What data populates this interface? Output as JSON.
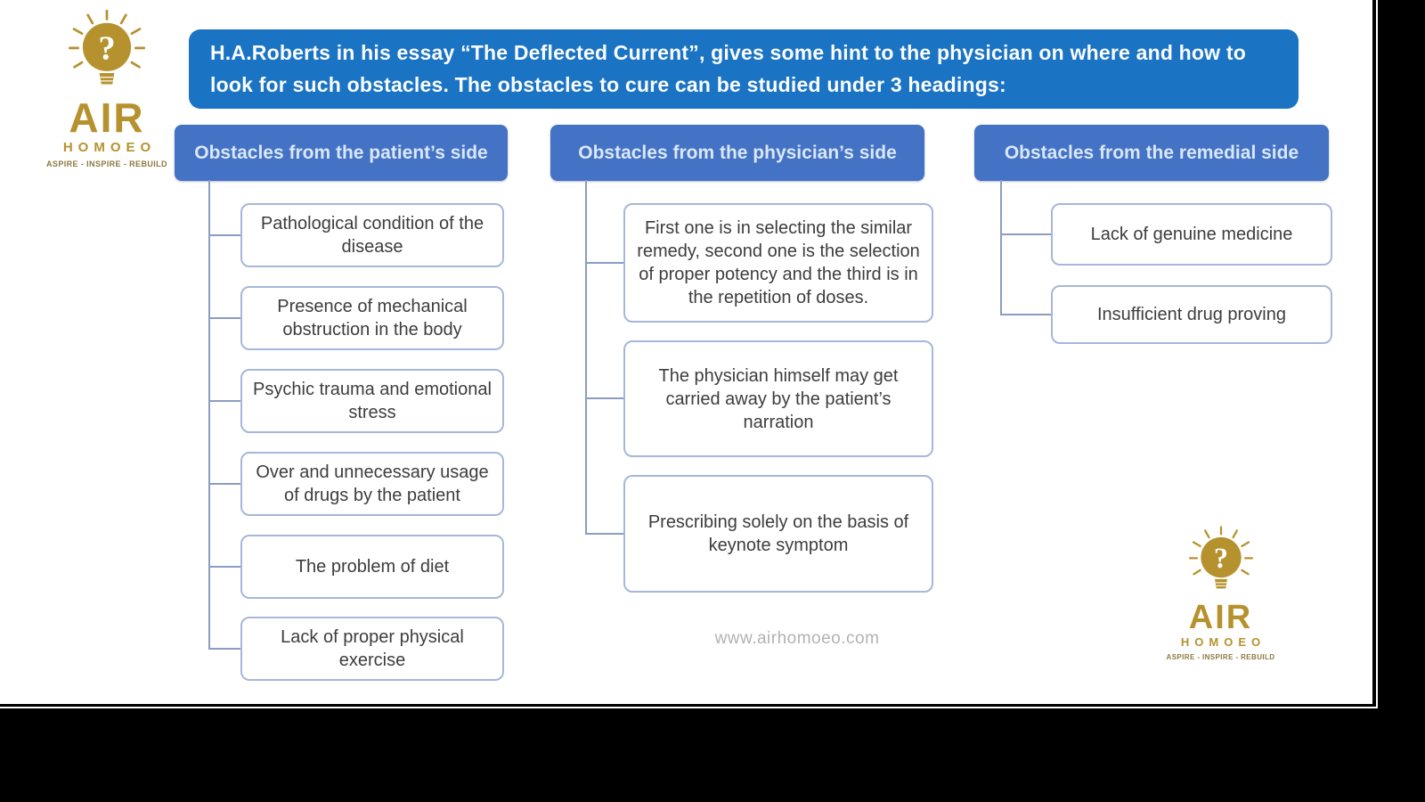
{
  "banner": {
    "text": "H.A.Roberts in his essay “The Deflected Current”, gives some hint to the physician on where and how to look for such obstacles. The obstacles to cure can be studied under 3 headings:"
  },
  "logo": {
    "brand": "AIR",
    "sub": "HOMOEO",
    "tagline": "ASPIRE - INSPIRE - REBUILD"
  },
  "columns": [
    {
      "title": "Obstacles from the patient’s side",
      "items": [
        "Pathological condition of the disease",
        "Presence of mechanical obstruction in the body",
        "Psychic trauma and emotional stress",
        "Over and unnecessary usage of drugs by the patient",
        "The problem of diet",
        "Lack of proper physical exercise"
      ]
    },
    {
      "title": "Obstacles from the physician’s side",
      "items": [
        "First one is in selecting the similar remedy, second one is the selection of proper potency and the third is in the repetition of doses.",
        "The physician himself may get carried away by the patient’s narration",
        "Prescribing solely on the basis of keynote symptom"
      ]
    },
    {
      "title": "Obstacles from the remedial side",
      "items": [
        "Lack of genuine medicine",
        "Insufficient drug proving"
      ]
    }
  ],
  "footer": {
    "url": "www.airhomoeo.com"
  },
  "colors": {
    "banner_blue": "#1b73c4",
    "header_blue": "#4472c4",
    "logo_gold": "#b6922e",
    "box_border": "#a6b7d9",
    "connector": "#8b9dc0"
  }
}
